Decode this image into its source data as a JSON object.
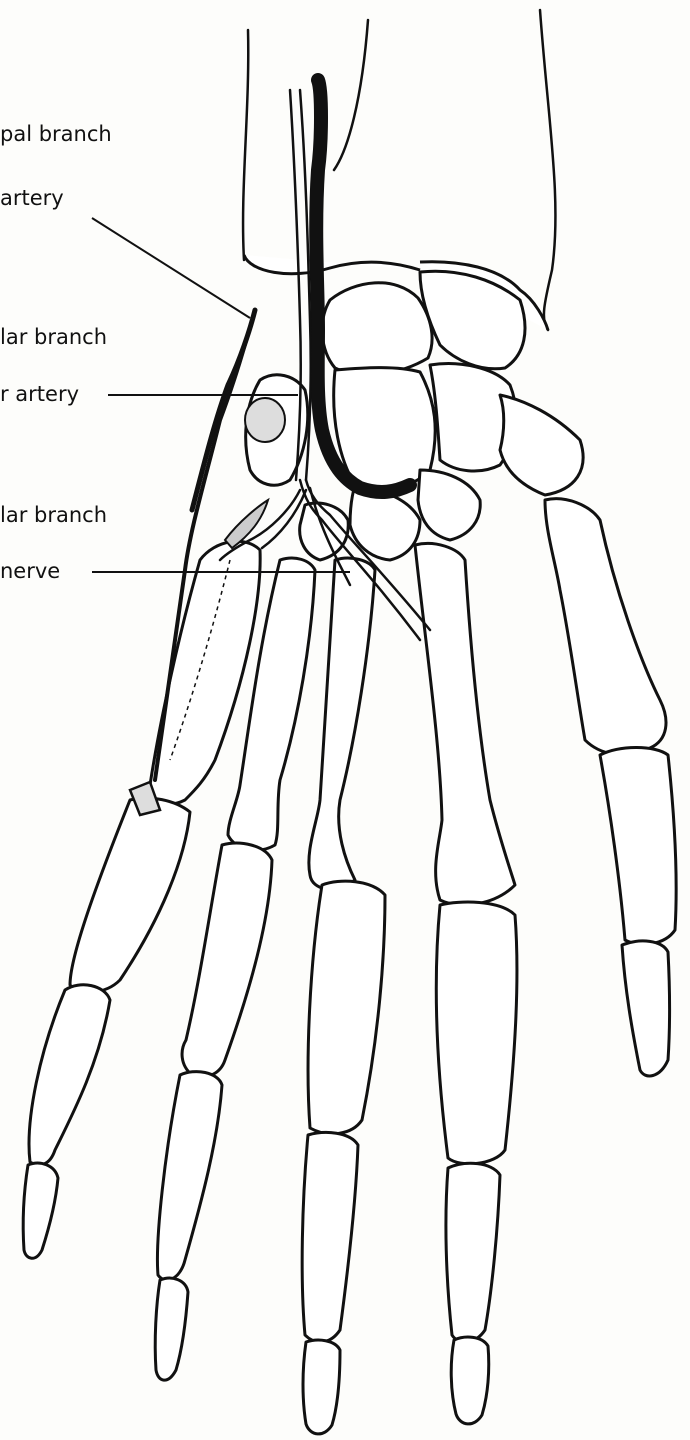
{
  "labels": [
    "pal branch",
    "artery",
    "lar branch",
    "r artery",
    "lar branch",
    "nerve"
  ],
  "colors": {
    "ink": "#111111",
    "paper": "#fdfdfb"
  }
}
